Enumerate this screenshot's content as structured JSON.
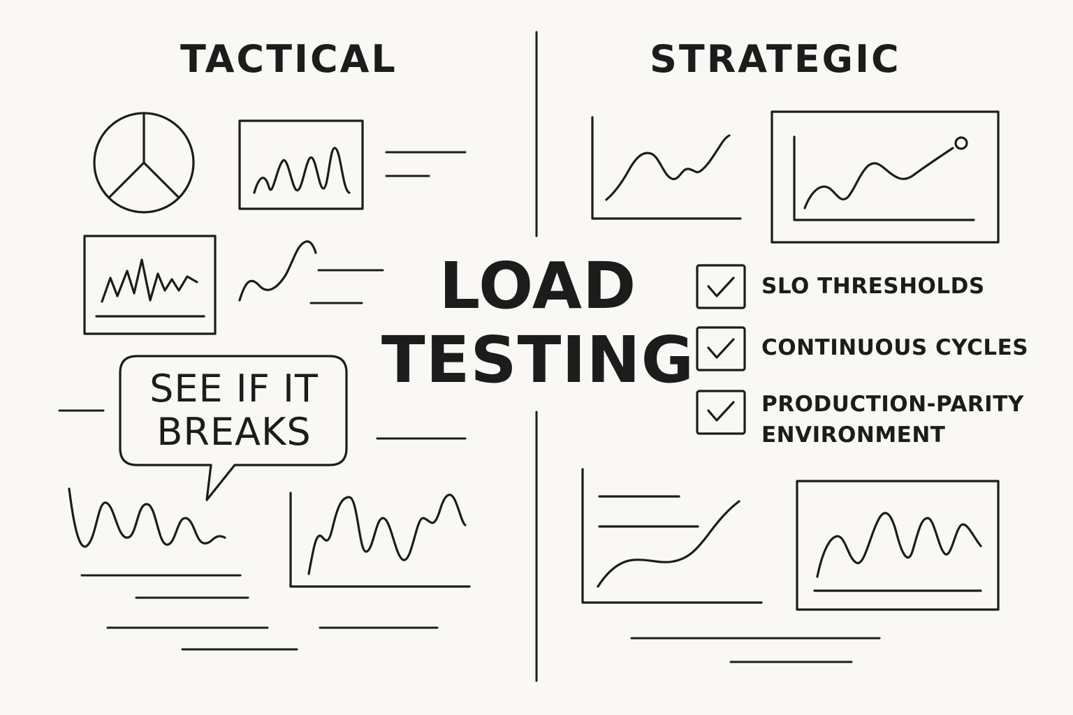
{
  "headings": {
    "tactical": "TACTICAL",
    "strategic": "STRATEGIC"
  },
  "center_title": {
    "line1": "LOAD",
    "line2": "TESTING"
  },
  "speech_bubble": {
    "line1": "SEE IF IT",
    "line2": "BREAKS"
  },
  "checklist": [
    {
      "line1": "SLO THRESHOLDS",
      "line2": "",
      "checked": true
    },
    {
      "line1": "CONTINUOUS CYCLES",
      "line2": "",
      "checked": true
    },
    {
      "line1": "PRODUCTION-PARITY",
      "line2": "ENVIRONMENT",
      "checked": true
    }
  ],
  "colors": {
    "ink": "#1c1c1c",
    "paper": "#f9f8f4"
  },
  "icons": [
    "pie-chart-icon",
    "checkmark-icon",
    "line-chart-icon",
    "speech-bubble-icon"
  ]
}
